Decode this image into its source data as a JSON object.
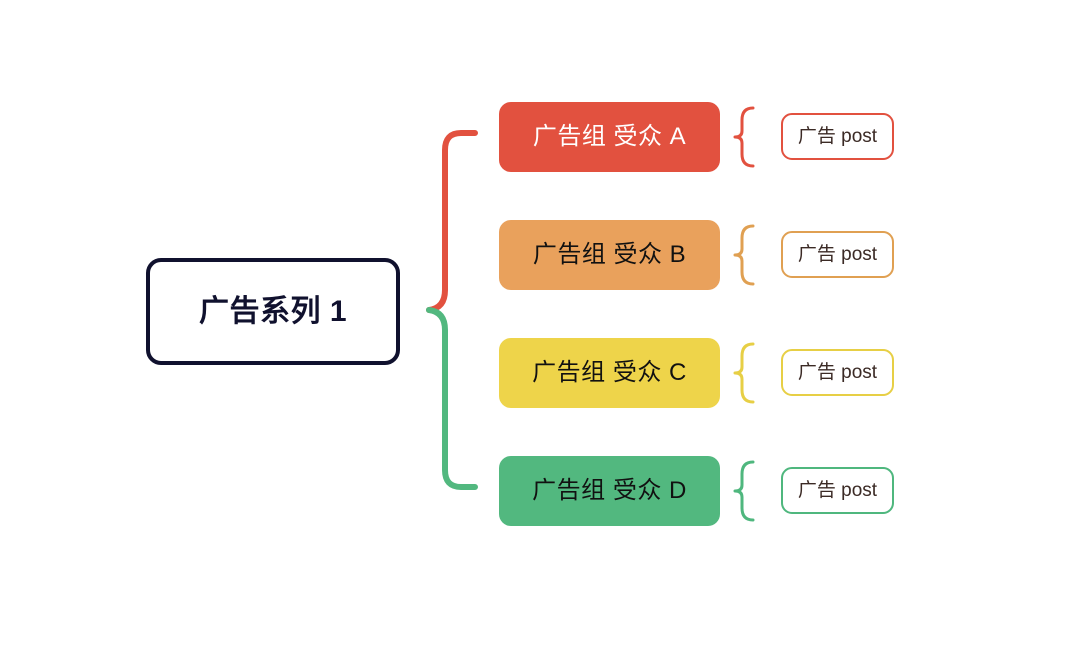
{
  "diagram": {
    "title_text": "广告系列 1",
    "root": {
      "label": "广告系列 1",
      "border_color": "#10112e",
      "text_color": "#10112e"
    },
    "branch_brace": {
      "upper_color": "#e2513f",
      "lower_color": "#52b87f"
    },
    "rows": [
      {
        "id": "a",
        "adset_label": "广告组 受众 A",
        "post_label": "广告 post",
        "fill": "#e2513f",
        "text_color": "#ffffff",
        "accent": "#e2513f",
        "brace_glyph": "{"
      },
      {
        "id": "b",
        "adset_label": "广告组 受众 B",
        "post_label": "广告 post",
        "fill": "#e9a15c",
        "text_color": "#111111",
        "accent": "#e0a052",
        "brace_glyph": "{"
      },
      {
        "id": "c",
        "adset_label": "广告组 受众 C",
        "post_label": "广告 post",
        "fill": "#eed44a",
        "text_color": "#111111",
        "accent": "#e7cf45",
        "brace_glyph": "{"
      },
      {
        "id": "d",
        "adset_label": "广告组 受众 D",
        "post_label": "广告 post",
        "fill": "#52b87f",
        "text_color": "#111111",
        "accent": "#4fb77e",
        "brace_glyph": "{"
      }
    ]
  }
}
